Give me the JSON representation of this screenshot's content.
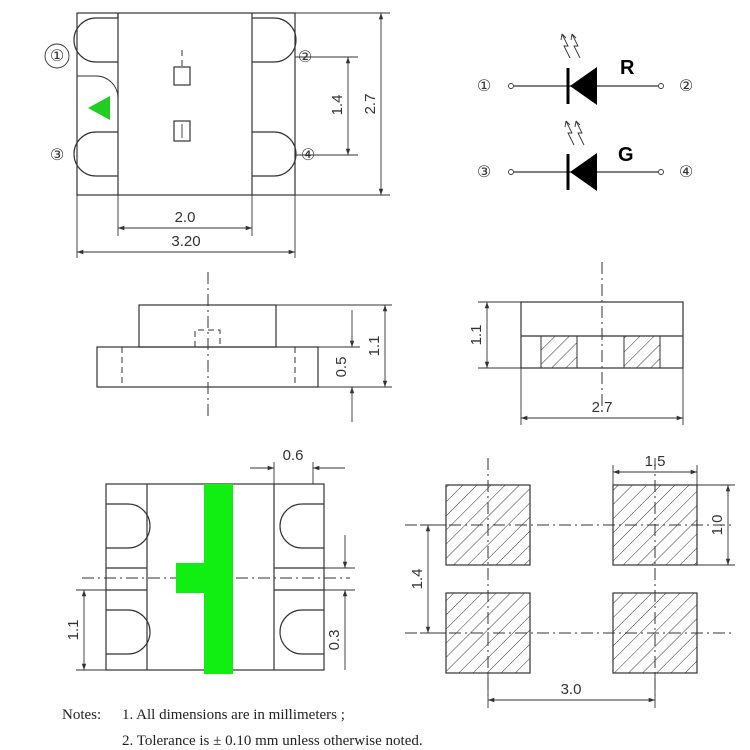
{
  "top_view": {
    "pin1": "①",
    "pin2": "②",
    "pin3": "③",
    "pin4": "④",
    "dim_pad_pitch": "1.4",
    "dim_height": "2.7",
    "dim_body_width": "2.0",
    "dim_total_width": "3.20",
    "polarity_color": "#22cc22"
  },
  "schematic": {
    "pin1": "①",
    "pin2": "②",
    "pin3": "③",
    "pin4": "④",
    "red_label": "R",
    "green_label": "G"
  },
  "side_view": {
    "dim_total_height": "1.1",
    "dim_base_height": "0.5"
  },
  "end_view": {
    "dim_height": "1.1",
    "dim_width": "2.7"
  },
  "bottom_view": {
    "dim_pad_width": "0.6",
    "dim_lead_span": "1.1",
    "dim_gap": "0.3",
    "marker_color": "#11ee11"
  },
  "footprint": {
    "dim_pad_w": "1.5",
    "dim_pad_h": "1.0",
    "dim_v_pitch": "1.4",
    "dim_h_pitch": "3.0"
  },
  "notes": {
    "heading": "Notes:",
    "line1": "1. All dimensions are in millimeters ;",
    "line2": "2. Tolerance is ± 0.10 mm unless otherwise noted."
  }
}
